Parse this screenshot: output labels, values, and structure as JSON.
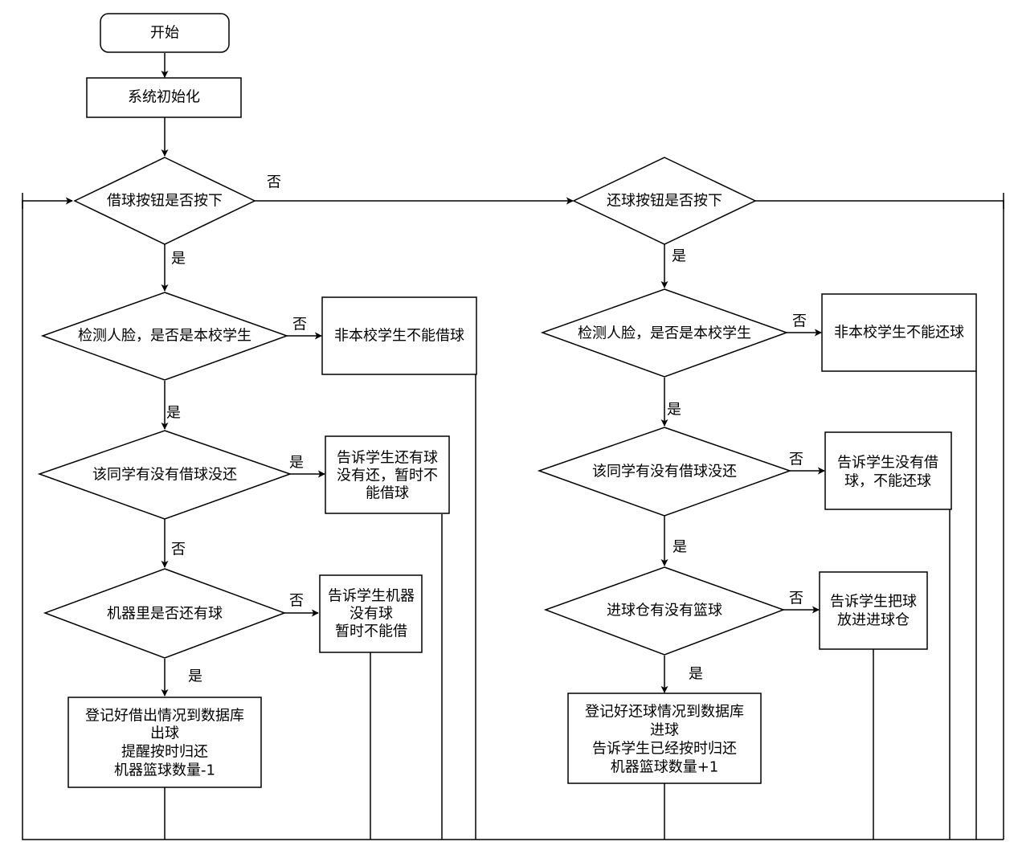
{
  "nodes": {
    "start": "开始",
    "init": "系统初始化",
    "borrow_btn": "借球按钮是否按下",
    "return_btn": "还球按钮是否按下",
    "borrow_face": "检测人脸，是否是本校学生",
    "borrow_not_student": "非本校学生不能借球",
    "borrow_unreturned": "该同学有没有借球没还",
    "borrow_unreturned_msg": [
      "告诉学生还有球",
      "没有还，暂时不",
      "能借球"
    ],
    "machine_has_ball": "机器里是否还有球",
    "no_ball_msg": [
      "告诉学生机器",
      "没有球",
      "暂时不能借"
    ],
    "borrow_record": [
      "登记好借出情况到数据库",
      "出球",
      "提醒按时归还",
      "机器篮球数量-1"
    ],
    "return_face": "检测人脸，是否是本校学生",
    "return_not_student": "非本校学生不能还球",
    "return_borrowed": "该同学有没有借球没还",
    "return_not_borrowed_msg": [
      "告诉学生没有借",
      "球，不能还球"
    ],
    "bin_has_ball": "进球仓有没有篮球",
    "put_ball_msg": [
      "告诉学生把球",
      "放进进球仓"
    ],
    "return_record": [
      "登记好还球情况到数据库",
      "进球",
      "告诉学生已经按时归还",
      "机器篮球数量+1"
    ]
  },
  "edge_labels": {
    "borrow_btn_no": "否",
    "borrow_btn_yes": "是",
    "borrow_face_no": "否",
    "borrow_face_yes": "是",
    "borrow_unreturned_yes": "是",
    "borrow_unreturned_no": "否",
    "machine_no": "否",
    "machine_yes": "是",
    "return_btn_yes": "是",
    "return_face_no": "否",
    "return_face_yes": "是",
    "return_borrowed_no": "否",
    "return_borrowed_yes": "是",
    "bin_no": "否",
    "bin_yes": "是"
  }
}
